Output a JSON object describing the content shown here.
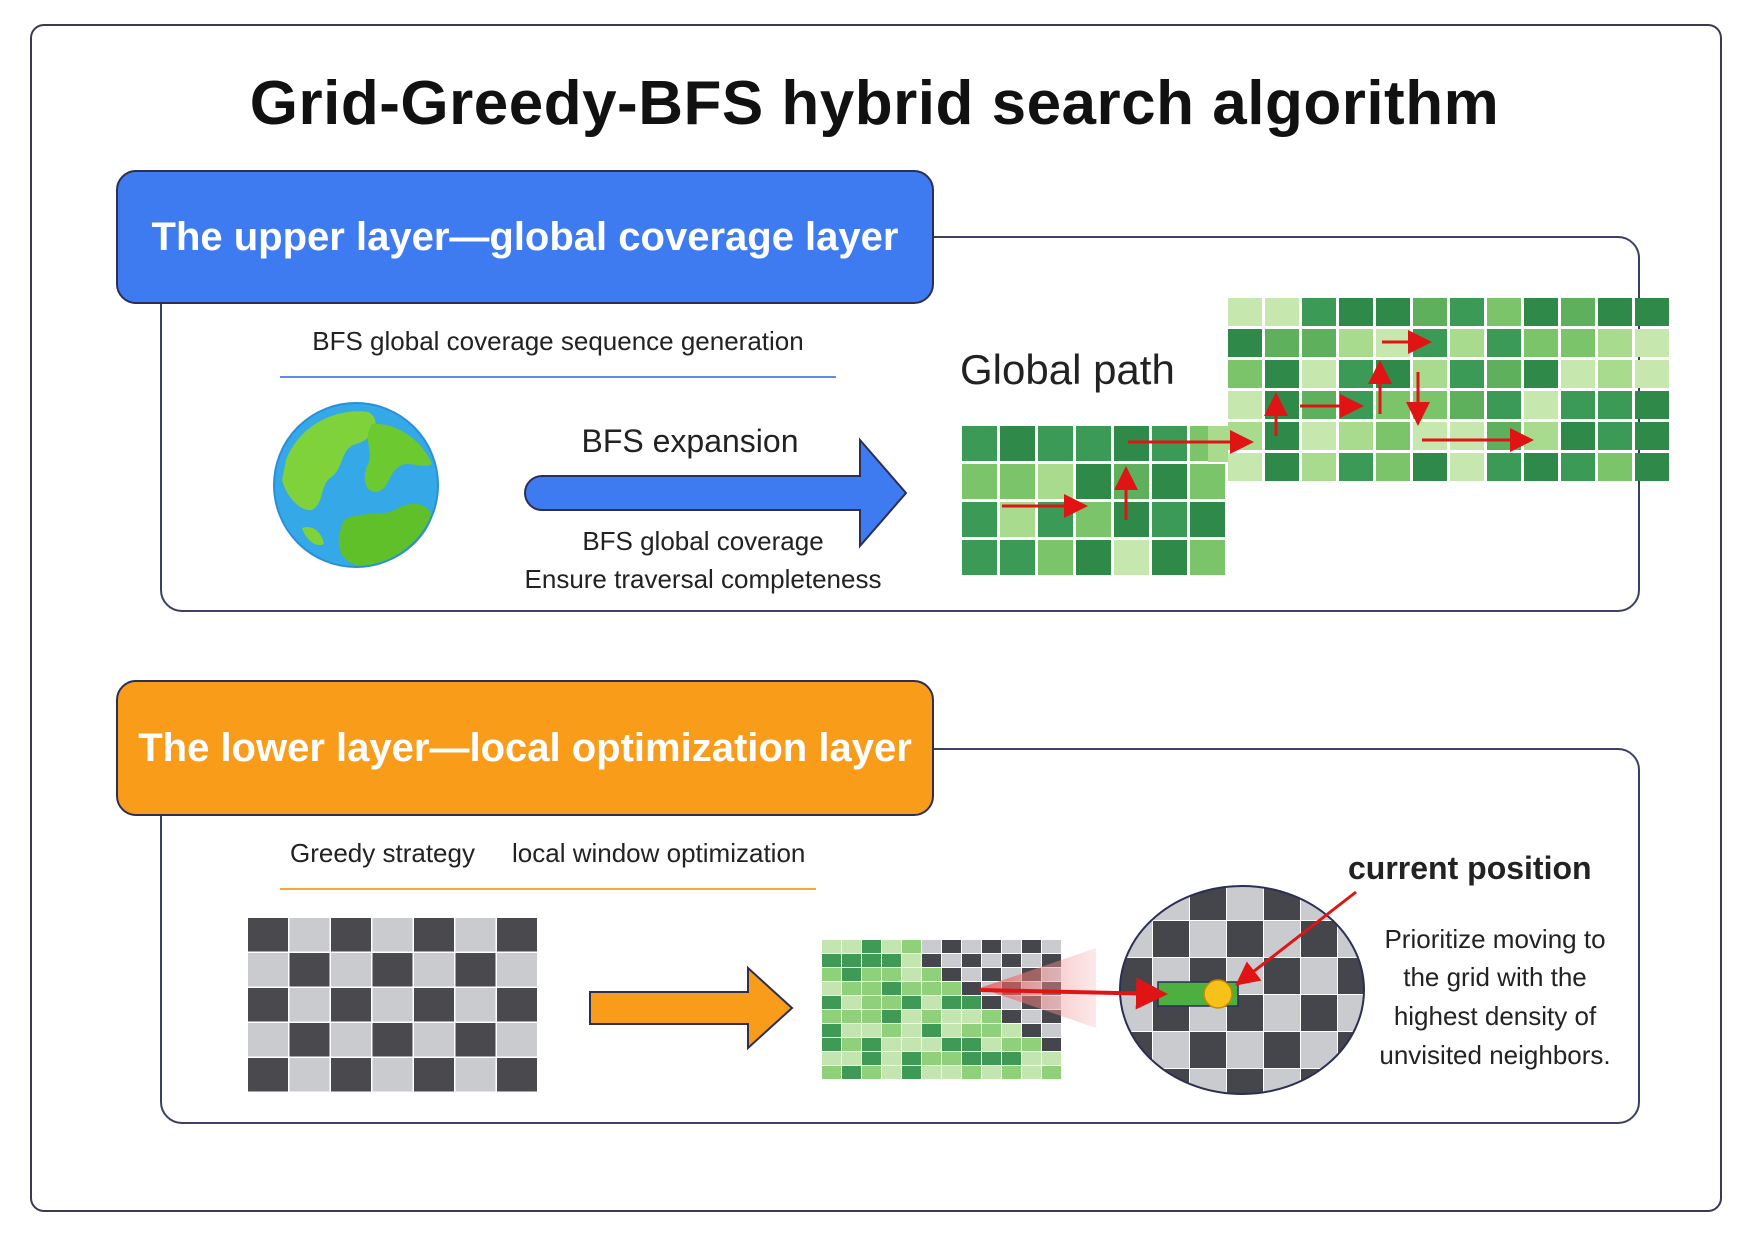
{
  "title": "Grid-Greedy-BFS hybrid search algorithm",
  "upper": {
    "header": "The upper layer—global coverage layer",
    "subtitle": "BFS global coverage sequence generation",
    "arrow_label": "BFS expansion",
    "caption_line1": "BFS global coverage",
    "caption_line2": "Ensure traversal completeness",
    "global_path": "Global path",
    "accent_color": "#3f7bf0"
  },
  "lower": {
    "header": "The lower layer—local optimization layer",
    "subtitle_a": "Greedy strategy",
    "subtitle_b": "local window optimization",
    "current_position": "current position",
    "desc_line1": "Prioritize moving to",
    "desc_line2": "the grid with the",
    "desc_line3": "highest density of",
    "desc_line4": "unvisited neighbors.",
    "accent_color": "#f99c1a"
  },
  "icons": {
    "globe": "globe-icon",
    "right_arrow": "right-arrow-icon",
    "path_arrow": "red-path-arrow"
  }
}
